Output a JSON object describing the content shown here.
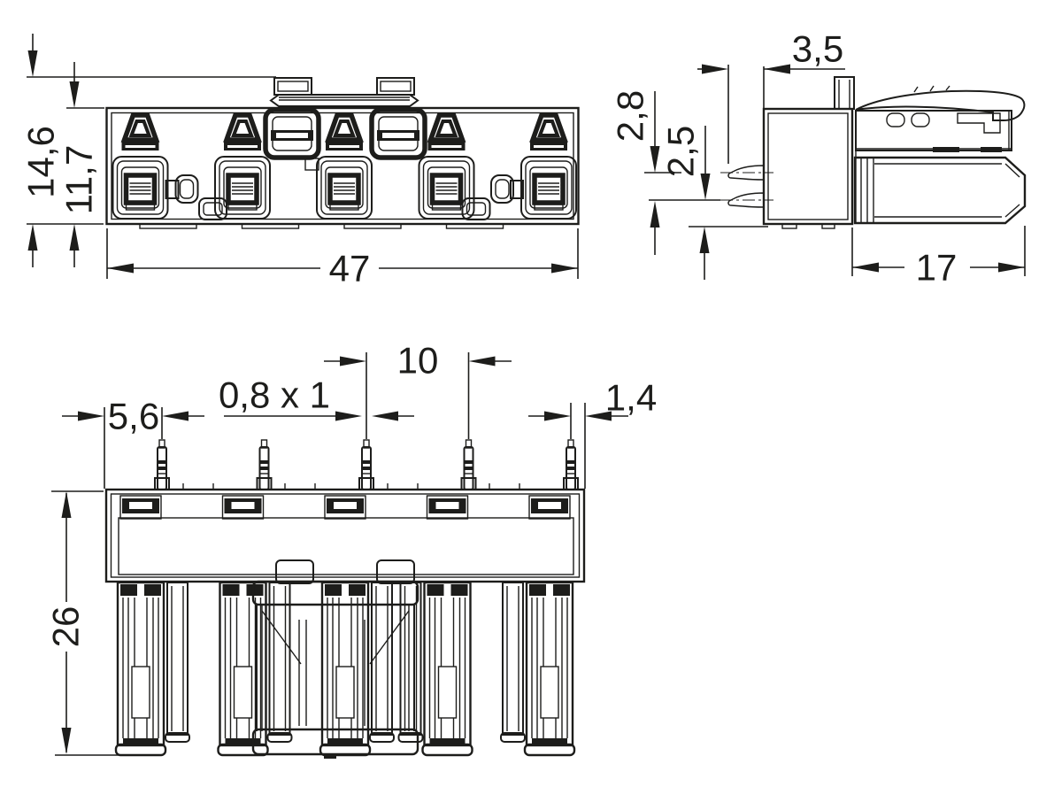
{
  "drawing": {
    "type": "connector-dimension-drawing",
    "line_color": "#1d1d1b",
    "background": "#ffffff"
  },
  "labels": {
    "front": {
      "total_height": "14,6",
      "body_height": "11,7",
      "width": "47"
    },
    "side": {
      "pin_projection": "3,5",
      "row_offset": "2,8",
      "pin_pitch": "2,5",
      "depth": "17"
    },
    "bottom": {
      "edge_to_first_pin": "5,6",
      "pin_cross_section": "0,8 x 1",
      "pin_spacing": "10",
      "last_pin_to_edge": "1,4",
      "total_height": "26"
    }
  }
}
